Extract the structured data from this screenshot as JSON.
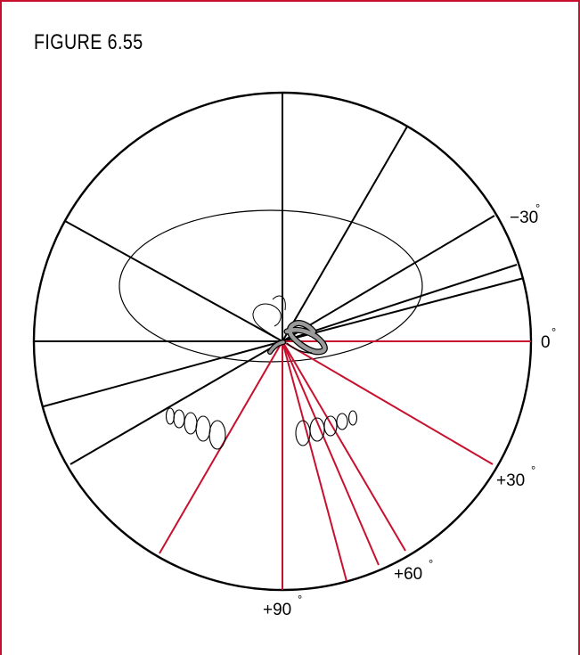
{
  "figure": {
    "title": "FIGURE 6.55"
  },
  "colors": {
    "frame": "#c8102e",
    "red_line": "#c8102e",
    "black_line": "#000000"
  },
  "labels": {
    "minus30": "−30",
    "zero": "0",
    "plus30": "+30",
    "plus60": "+60",
    "plus90": "+90",
    "degree_symbol": "°"
  }
}
